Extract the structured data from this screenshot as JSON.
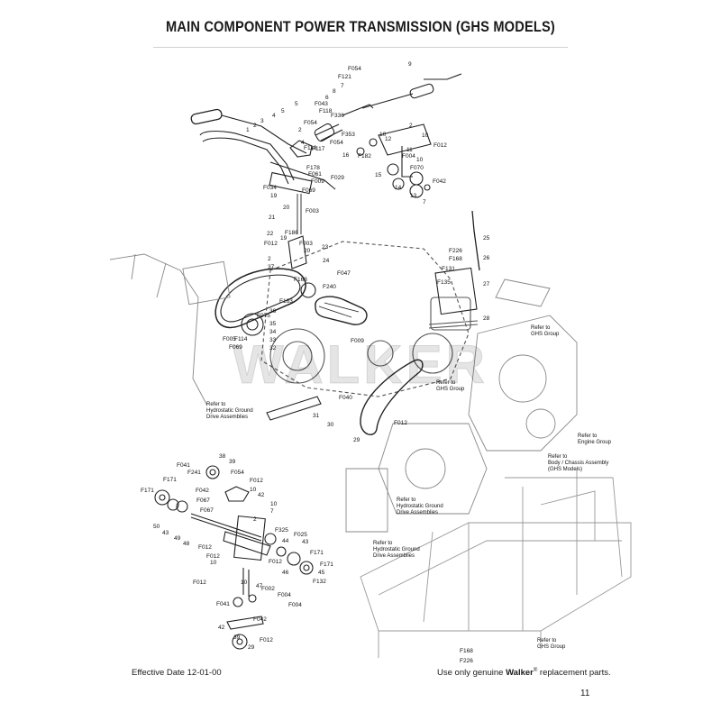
{
  "header": {
    "title": "MAIN COMPONENT POWER TRANSMISSION (GHS MODELS)"
  },
  "footer": {
    "effective_date": "Effective Date 12-01-00",
    "replacement_text_pre": "Use only genuine ",
    "replacement_brand": "Walker",
    "replacement_reg": "®",
    "replacement_text_post": " replacement parts.",
    "page_number": "11"
  },
  "watermark": {
    "text": "WALKER"
  },
  "notes": [
    {
      "id": "ghs-group-1",
      "lines": [
        "Refer to",
        "GHS Group"
      ]
    },
    {
      "id": "ghs-group-2",
      "lines": [
        "Refer to",
        "GHS Group"
      ]
    },
    {
      "id": "hydro-1",
      "lines": [
        "Refer to",
        "Hydrostatic Ground",
        "Drive Assemblies"
      ]
    },
    {
      "id": "engine-group",
      "lines": [
        "Refer to",
        "Engine Group"
      ]
    },
    {
      "id": "body-chassis",
      "lines": [
        "Refer to",
        "Body / Chassis Assembly",
        "(GHS Models)"
      ]
    },
    {
      "id": "hydro-2",
      "lines": [
        "Refer to",
        "Hydrostatic Ground",
        "Drive Assemblies"
      ]
    },
    {
      "id": "hydro-3",
      "lines": [
        "Refer to",
        "Hydrostatic Ground",
        "Drive Assemblies"
      ]
    },
    {
      "id": "ghs-group-3",
      "lines": [
        "Refer to",
        "GHS Group"
      ]
    }
  ],
  "callouts": [
    "9",
    "F054",
    "F121",
    "7",
    "8",
    "6",
    "F043",
    "5",
    "F118",
    "F336",
    "F054",
    "F353",
    "F054",
    "4",
    "3",
    "2",
    "1",
    "5",
    "2",
    "4",
    "F118",
    "F117",
    "F178",
    "F061",
    "F029",
    "F009",
    "F034",
    "19",
    "F069",
    "20",
    "F003",
    "21",
    "F186",
    "22",
    "F012",
    "19",
    "F003",
    "20",
    "23",
    "2",
    "37",
    "24",
    "F047",
    "F163",
    "F240",
    "36",
    "F163",
    "35",
    "F075",
    "34",
    "F005",
    "F114",
    "33",
    "F069",
    "32",
    "F009",
    "2",
    "16",
    "F182",
    "10",
    "12",
    "11",
    "F004",
    "10",
    "F012",
    "10",
    "F070",
    "15",
    "14",
    "13",
    "F042",
    "7",
    "25",
    "F226",
    "F168",
    "26",
    "F131",
    "F135",
    "27",
    "28",
    "F040",
    "31",
    "30",
    "F012",
    "29",
    "38",
    "39",
    "F041",
    "F241",
    "F054",
    "F012",
    "F171",
    "F042",
    "10",
    "42",
    "F171",
    "F067",
    "10",
    "7",
    "50",
    "43",
    "F067",
    "2",
    "49",
    "F012",
    "48",
    "F325",
    "F025",
    "44",
    "43",
    "F171",
    "F012",
    "F171",
    "F012",
    "45",
    "10",
    "46",
    "F132",
    "F002",
    "F004",
    "F004",
    "F012",
    "47",
    "10",
    "F041",
    "F042",
    "42",
    "39",
    "F012",
    "29",
    "F168",
    "F226"
  ]
}
